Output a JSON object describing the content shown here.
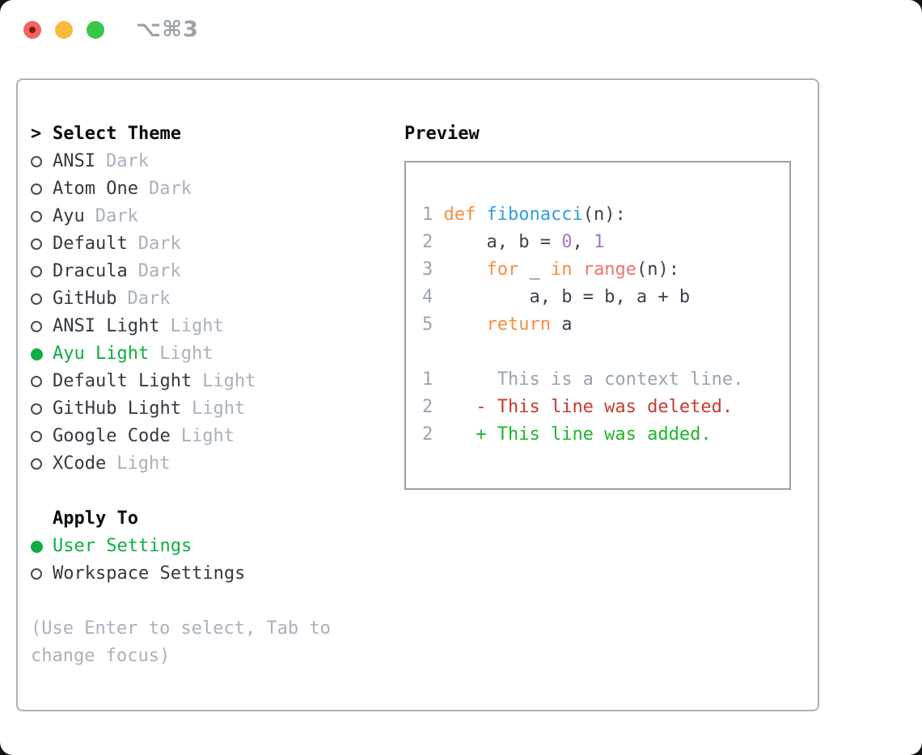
{
  "titlebar": {
    "shortcut": "⌥⌘3"
  },
  "colors": {
    "keyword": "#fa8d3e",
    "function-name": "#2f9ee8",
    "builtin": "#f2736f",
    "number": "#a37acc",
    "code-plain": "#3c434e",
    "line-number": "#9aa4b0",
    "context": "#9aa4b0",
    "deleted": "#c53b2e",
    "added": "#1cb82b",
    "selected-green": "#0fae41",
    "text-dark": "#343a42",
    "muted": "#a9b1bc",
    "heading": "#0c0c0c",
    "radio-ring": "#464c55",
    "panel-border": "#a9b2bc",
    "preview-border": "#99a1ab",
    "titlebar-gray": "#9ba1a8",
    "traffic-red": "#f4645f",
    "traffic-red-dot": "#7d1a10",
    "traffic-yellow": "#f6bc3e",
    "traffic-green": "#37c84b"
  },
  "icons": {
    "radio_unselected": "○",
    "radio_selected": "●",
    "title_prefix": ">"
  },
  "theme_list": {
    "title_prefix": ">",
    "title": "Select Theme",
    "items": [
      {
        "name": "ANSI",
        "tag": "Dark",
        "selected": false
      },
      {
        "name": "Atom One",
        "tag": "Dark",
        "selected": false
      },
      {
        "name": "Ayu",
        "tag": "Dark",
        "selected": false
      },
      {
        "name": "Default",
        "tag": "Dark",
        "selected": false
      },
      {
        "name": "Dracula",
        "tag": "Dark",
        "selected": false
      },
      {
        "name": "GitHub",
        "tag": "Dark",
        "selected": false
      },
      {
        "name": "ANSI Light",
        "tag": "Light",
        "selected": false
      },
      {
        "name": "Ayu Light",
        "tag": "Light",
        "selected": true
      },
      {
        "name": "Default Light",
        "tag": "Light",
        "selected": false
      },
      {
        "name": "GitHub Light",
        "tag": "Light",
        "selected": false
      },
      {
        "name": "Google Code",
        "tag": "Light",
        "selected": false
      },
      {
        "name": "XCode",
        "tag": "Light",
        "selected": false
      }
    ]
  },
  "apply_to": {
    "title": "Apply To",
    "options": [
      {
        "label": "User Settings",
        "selected": true
      },
      {
        "label": "Workspace Settings",
        "selected": false
      }
    ]
  },
  "help_lines": [
    "(Use Enter to select, Tab to",
    "change focus)"
  ],
  "preview": {
    "title": "Preview",
    "code_lines": [
      {
        "num": "1",
        "tokens": [
          {
            "t": "def",
            "c": "keyword"
          },
          {
            "t": " ",
            "c": "code-plain"
          },
          {
            "t": "fibonacci",
            "c": "function-name"
          },
          {
            "t": "(n):",
            "c": "code-plain"
          }
        ]
      },
      {
        "num": "2",
        "tokens": [
          {
            "t": "    a, b = ",
            "c": "code-plain"
          },
          {
            "t": "0",
            "c": "number"
          },
          {
            "t": ", ",
            "c": "code-plain"
          },
          {
            "t": "1",
            "c": "number"
          }
        ]
      },
      {
        "num": "3",
        "tokens": [
          {
            "t": "    ",
            "c": "code-plain"
          },
          {
            "t": "for",
            "c": "keyword"
          },
          {
            "t": " _ ",
            "c": "code-plain"
          },
          {
            "t": "in",
            "c": "keyword"
          },
          {
            "t": " ",
            "c": "code-plain"
          },
          {
            "t": "range",
            "c": "builtin"
          },
          {
            "t": "(n):",
            "c": "code-plain"
          }
        ]
      },
      {
        "num": "4",
        "tokens": [
          {
            "t": "        a, b = b, a + b",
            "c": "code-plain"
          }
        ]
      },
      {
        "num": "5",
        "tokens": [
          {
            "t": "    ",
            "c": "code-plain"
          },
          {
            "t": "return",
            "c": "keyword"
          },
          {
            "t": " a",
            "c": "code-plain"
          }
        ]
      }
    ],
    "diff_lines": [
      {
        "num": "1",
        "sign": " ",
        "text": "This is a context line.",
        "type": "context"
      },
      {
        "num": "2",
        "sign": "-",
        "text": "This line was deleted.",
        "type": "deleted"
      },
      {
        "num": "2",
        "sign": "+",
        "text": "This line was added.",
        "type": "added"
      }
    ]
  }
}
